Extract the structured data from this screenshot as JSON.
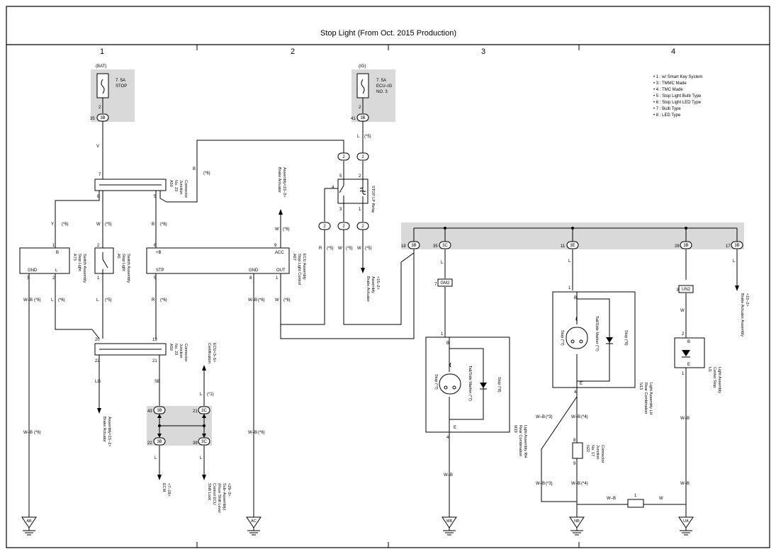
{
  "title": "Stop Light (From Oct. 2015 Production)",
  "columns": [
    "1",
    "2",
    "3",
    "4"
  ],
  "legend": [
    "• 1 : w/ Smart Key System",
    "• 3 : TMMC Made",
    "• 4 : TMC Made",
    "• 5 : Stop Light Bulb Type",
    "• 6 : Stop Light LED Type",
    "• 7 : Bulb Type",
    "• 8 : LED Type"
  ],
  "fuses": {
    "stop": {
      "source": "(BAT)",
      "rating": "7. 5A",
      "name": "STOP",
      "pin": "2",
      "conn_pin": "35",
      "conn": "3B"
    },
    "ecuig": {
      "source": "(IG)",
      "rating": "7. 5A",
      "name": "ECU–IG",
      "name2": "NO. 3",
      "pin": "2",
      "conn_pin": "41",
      "conn": "3B"
    }
  },
  "wire_colors": {
    "v": "V",
    "b": "B",
    "l": "L",
    "y": "Y",
    "w": "W",
    "r": "R",
    "wb": "W–B",
    "lg": "LG",
    "sb": "SB"
  },
  "notes": {
    "n1": "(*1)",
    "n3": "(*3)",
    "n4": "(*4)",
    "n5": "(*5)",
    "n6": "(*6)",
    "n8": "(*8)"
  },
  "components": {
    "a50_top": {
      "code": "A50",
      "name": "No. 23",
      "name2": "Junction",
      "name3": "Connector",
      "p7": "7",
      "p6": "6",
      "p5": "5"
    },
    "a73": {
      "code": "A73",
      "name": "Stop Light",
      "name2": "Switch Assembly",
      "pin_b": "B",
      "pin_gnd": "GND",
      "pin_l": "L",
      "p1": "1",
      "p3": "3",
      "p2": "2"
    },
    "a5": {
      "code": "A5",
      "name": "Stop Light",
      "name2": "Switch Assembly",
      "p2": "2",
      "p1": "1"
    },
    "a67": {
      "code": "A67",
      "name": "Stop Light Control",
      "name2": "ECU Assembly",
      "pin_b": "+B",
      "pin_acc": "ACC",
      "pin_stp": "STP",
      "pin_gnd": "GND",
      "pin_out": "OUT",
      "p6": "6",
      "p9": "9",
      "p5": "5",
      "p8": "8",
      "p1": "1"
    },
    "relay": {
      "name": "STOP LP Relay",
      "p5": "5",
      "p2": "2",
      "p4": "4",
      "p3": "3",
      "p1": "1"
    },
    "a50_bot": {
      "code": "A50",
      "name": "No. 23",
      "name2": "Junction",
      "name3": "Connector",
      "p20": "20",
      "p19": "19",
      "p22": "22",
      "p21": "21"
    },
    "m19": {
      "code": "M19",
      "name": "Rear Combination",
      "name2": "Light Assembly RH",
      "p1": "1",
      "pin_b": "B",
      "pin_e": "E",
      "p4": "4",
      "stop": "Stop (*7)",
      "tail": "Tail/Side Marker (*7)",
      "stop8": "Stop (*8)"
    },
    "n13": {
      "code": "N13",
      "name": "Rear Combination",
      "name2": "Light Assembly LH",
      "p1": "1",
      "pin_b": "B",
      "pin_e": "E",
      "p4": "4",
      "stop": "Stop (*7)",
      "tail": "Tail/Side Marker (*7)",
      "stop8": "Stop (*8)"
    },
    "u1": {
      "code": "U1",
      "name": "Center Stop",
      "name2": "Light Assembly",
      "p2": "2",
      "pin_b": "B",
      "pin_e": "E",
      "p1": "1"
    },
    "n22": {
      "code": "N22",
      "name": "No. 17",
      "name2": "Junction",
      "name3": "Connector",
      "p8": "8",
      "p9": "9"
    }
  },
  "connectors": {
    "c3b": "3B",
    "c3c": "3C",
    "c3e": "3E",
    "c2": "2",
    "gm2": "GM2",
    "un2": "UN2"
  },
  "bus_pins": {
    "p18": "18",
    "p35": "35",
    "p11": "11",
    "p26": "26",
    "p17": "17",
    "p7": "7",
    "p8": "8",
    "p1": "1",
    "p43": "43",
    "p21": "21",
    "p22": "22",
    "p39": "39"
  },
  "refs": {
    "brake_top": "Brake Actuator",
    "brake_top2": "Assembly<15–2>",
    "brake_mid": "Brake Actuator",
    "brake_mid2": "Assembly",
    "brake_mid3": "<15–2>",
    "brake_left": "Brake Actuator",
    "brake_left2": "Assembly<15–2>",
    "brake_right": "Brake Actuator Assembly",
    "brake_right2": "<15–2>",
    "cert": "Certification",
    "cert2": "ECU<3–5>",
    "ecm": "ECM",
    "ecm2": "<7–18>",
    "shift": "Shift Lock",
    "shift2": "Control ECU",
    "shift3": "(Floor Shift Lever",
    "shift4": "Sub–Assembly)",
    "shift5": "<29–3>"
  },
  "grounds": [
    "AB",
    "AC",
    "MB",
    "NB",
    "UA"
  ]
}
